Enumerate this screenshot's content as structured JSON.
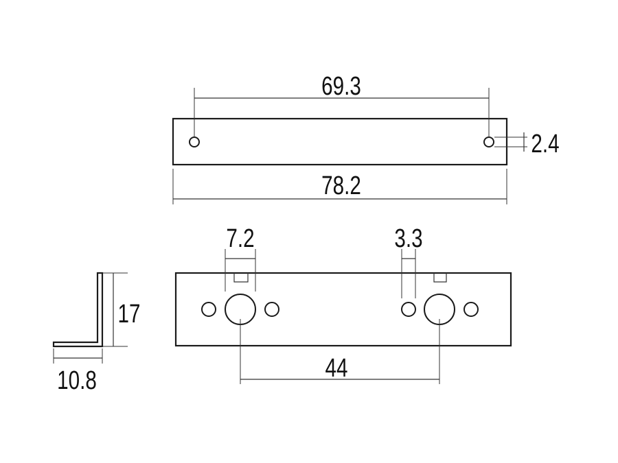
{
  "dimensions": {
    "hole_spacing_top": "69.3",
    "hole_diameter": "2.4",
    "overall_length": "78.2",
    "large_hole_diameter": "7.2",
    "small_hole_diameter": "3.3",
    "bracket_height": "17",
    "bracket_width": "10.8",
    "hole_center_spacing": "44"
  }
}
